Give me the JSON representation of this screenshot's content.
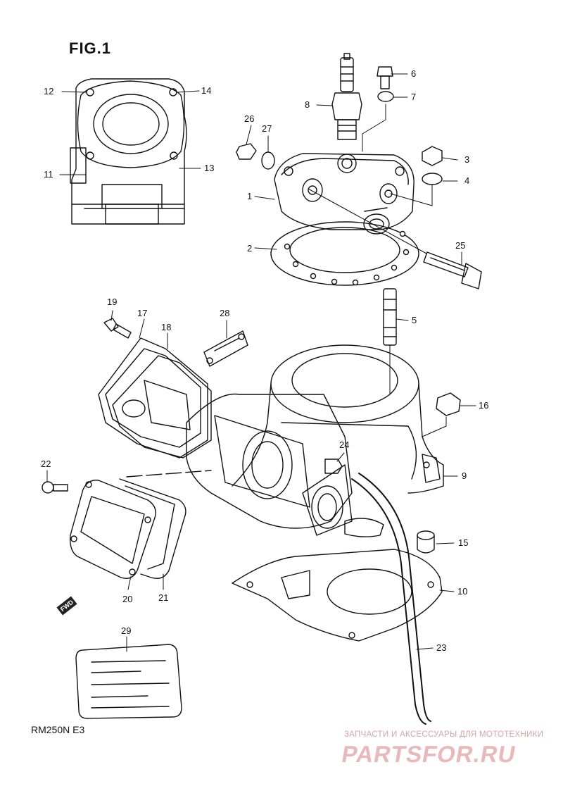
{
  "figure_title": "FIG.1",
  "model_code": "RM250N E3",
  "direction_label": "FWD",
  "watermark": {
    "tagline": "ЗАПЧАСТИ И АКСЕССУАРЫ ДЛЯ МОТОТЕХНИКИ",
    "logo": "PARTSFOR.RU",
    "color": "#e0a6a6"
  },
  "callouts": [
    "1",
    "2",
    "3",
    "4",
    "5",
    "6",
    "7",
    "8",
    "9",
    "10",
    "11",
    "12",
    "13",
    "14",
    "15",
    "16",
    "17",
    "18",
    "19",
    "20",
    "21",
    "22",
    "23",
    "24",
    "25",
    "26",
    "27",
    "28",
    "29"
  ]
}
